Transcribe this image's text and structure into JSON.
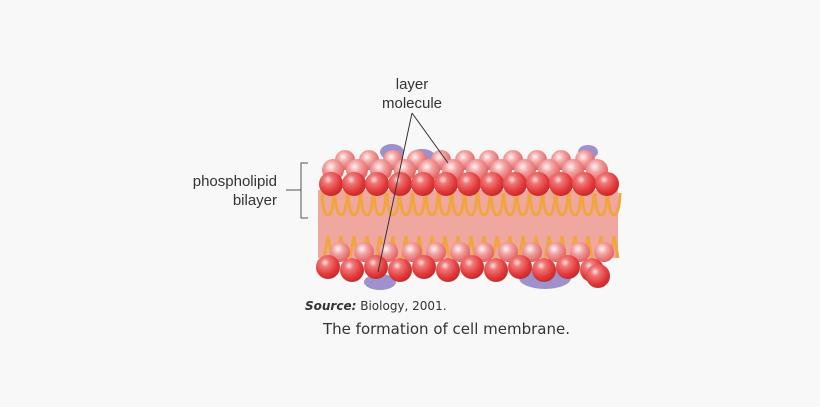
{
  "figure": {
    "labels": {
      "layer_molecule": [
        "layer",
        "molecule"
      ],
      "phospholipid_bilayer": [
        "phospholipid",
        "bilayer"
      ]
    },
    "source_label": "Source:",
    "source_text": "Biology, 2001.",
    "caption": "The formation of cell membrane.",
    "colors": {
      "background": "#f8f8f8",
      "head": "#e43c3c",
      "head_highlight": "#f6b3b3",
      "tail": "#f0a640",
      "core": "#f0a7a0",
      "protein": "#8e7fc4",
      "text": "#333333"
    }
  }
}
